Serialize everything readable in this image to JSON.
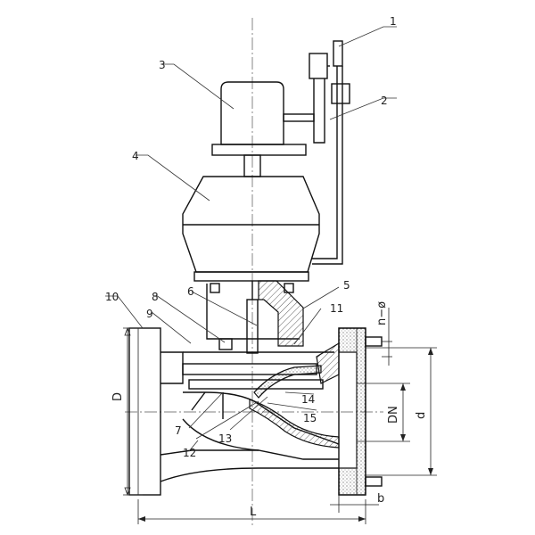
{
  "labels": {
    "n1": "1",
    "n2": "2",
    "n3": "3",
    "n4": "4",
    "n5": "5",
    "n6": "6",
    "n7": "7",
    "n8": "8",
    "n9": "9",
    "n10": "10",
    "n11": "11",
    "n12": "12",
    "n13": "13",
    "n14": "14",
    "n15": "15"
  },
  "dimensions": {
    "D": "D",
    "L": "L",
    "DN": "DN",
    "d": "d",
    "b": "b",
    "n_phi": "n−ø"
  },
  "colors": {
    "line": "#111111",
    "background": "#ffffff"
  }
}
